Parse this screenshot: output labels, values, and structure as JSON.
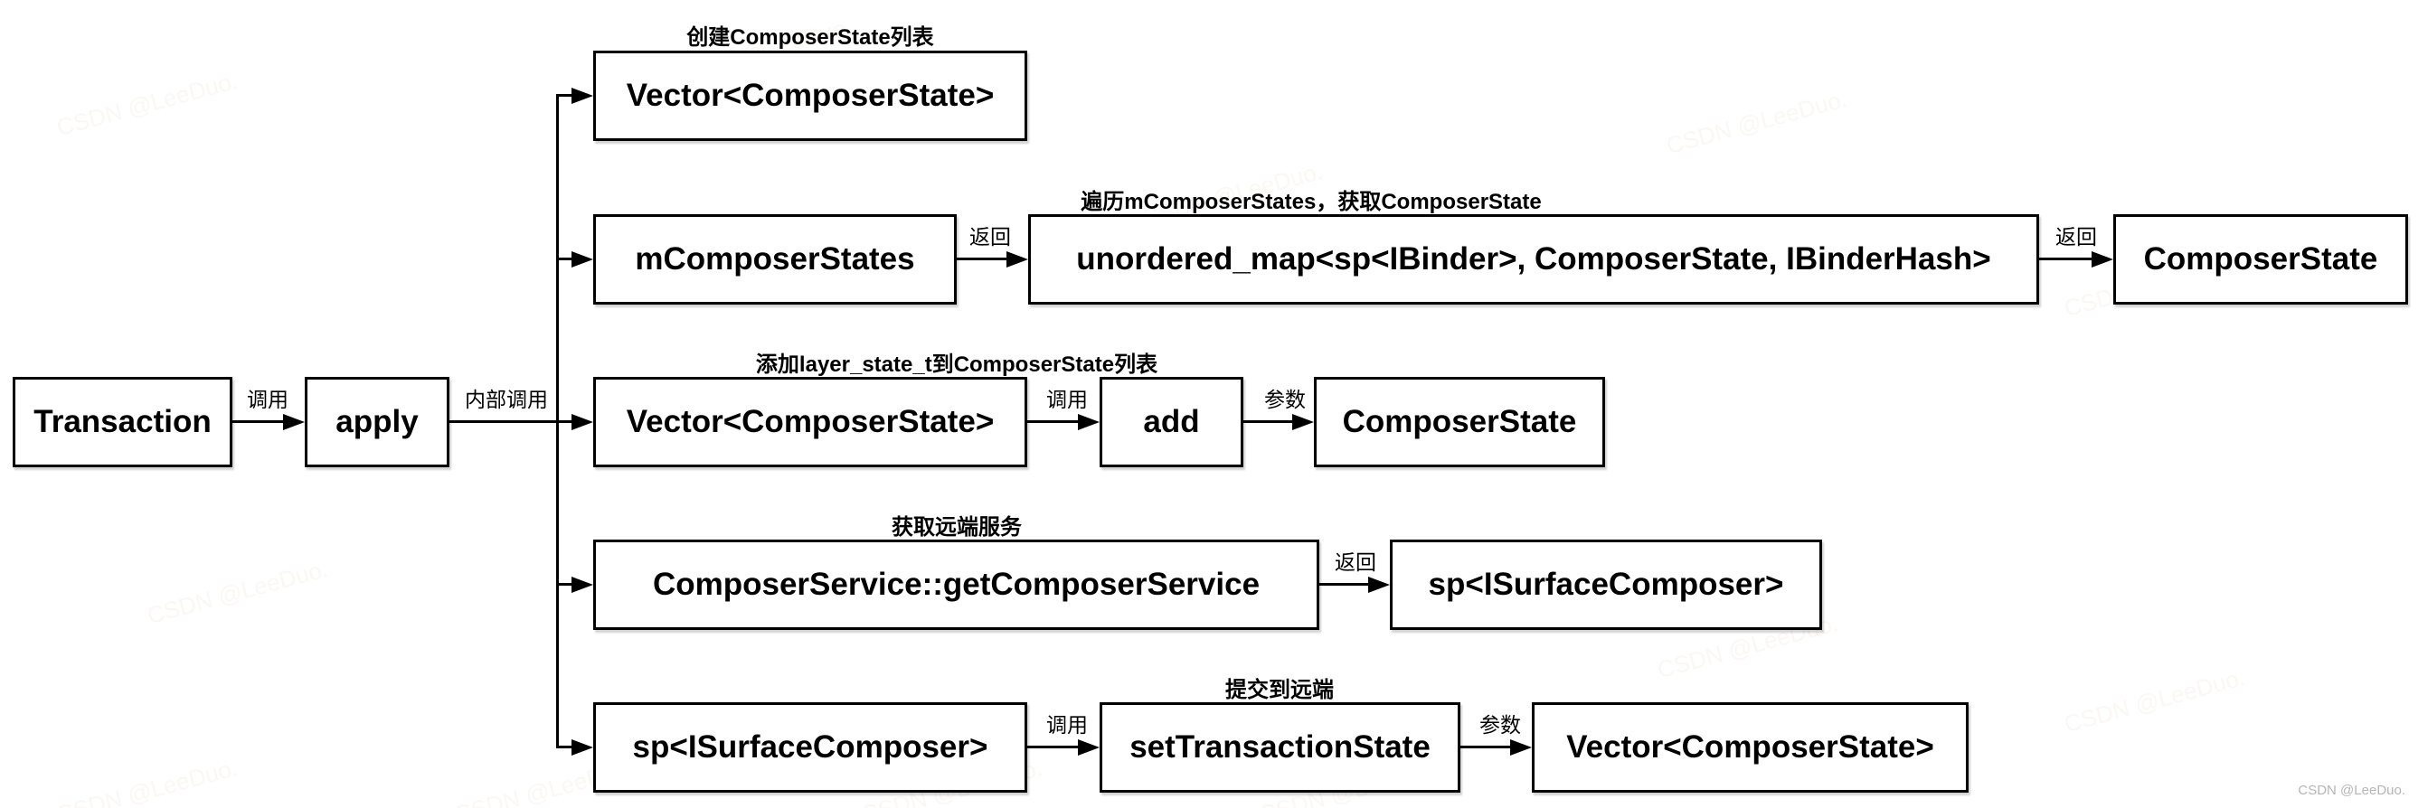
{
  "diagram": {
    "nodes": {
      "transaction": "Transaction",
      "apply": "apply",
      "create_vector": "Vector<ComposerState>",
      "m_composer_states": "mComposerStates",
      "unordered_map": "unordered_map<sp<IBinder>, ComposerState, IBinderHash>",
      "composer_state_return": "ComposerState",
      "add_vector": "Vector<ComposerState>",
      "add": "add",
      "composer_state_param": "ComposerState",
      "composer_service": "ComposerService::getComposerService",
      "sp_isurface_composer_return": "sp<ISurfaceComposer>",
      "sp_isurface_composer": "sp<ISurfaceComposer>",
      "set_transaction_state": "setTransactionState",
      "vector_composer_state_param": "Vector<ComposerState>"
    },
    "captions": {
      "create_list": "创建ComposerState列表",
      "iterate_states": "遍历mComposerStates，获取ComposerState",
      "add_layer_state": "添加layer_state_t到ComposerState列表",
      "get_remote_service": "获取远端服务",
      "commit_remote": "提交到远端"
    },
    "edges": {
      "transaction_apply": "调用",
      "apply_internal": "内部调用",
      "mcomposerstates_to_map": "返回",
      "map_to_composerstate": "返回",
      "vector_to_add": "调用",
      "add_to_composerstate": "参数",
      "service_to_sp": "返回",
      "sp_to_settransactionstate": "调用",
      "settransactionstate_to_vector": "参数"
    },
    "colors": {
      "line": "#000000",
      "box_border": "#000000",
      "text": "#000000",
      "watermark": "#b5b5b5"
    }
  },
  "watermark": {
    "corner_text": "CSDN @LeeDuo.",
    "tile_text": "CSDN @LeeDuo."
  }
}
